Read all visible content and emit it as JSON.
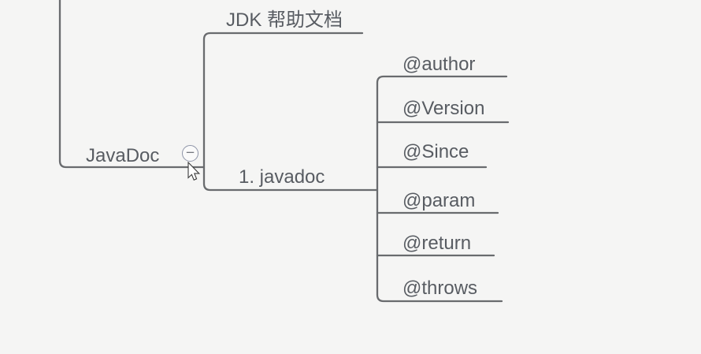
{
  "colors": {
    "background": "#f5f5f4",
    "connector": "#696b6e",
    "topic_text": "#585c62",
    "collapse_ring": "#8e95a8"
  },
  "mindmap": {
    "root": {
      "label": "JavaDoc"
    },
    "collapse_button": {
      "symbol": "−"
    },
    "children": [
      {
        "label": "JDK 帮助文档"
      },
      {
        "label": "1. javadoc",
        "children": [
          {
            "label": "@author"
          },
          {
            "label": "@Version"
          },
          {
            "label": "@Since"
          },
          {
            "label": "@param"
          },
          {
            "label": "@return"
          },
          {
            "label": "@throws"
          }
        ]
      }
    ]
  }
}
